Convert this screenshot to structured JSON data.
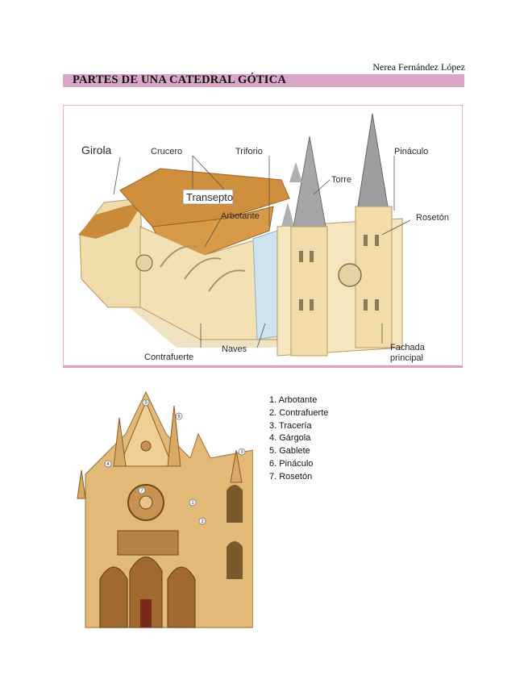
{
  "author": "Nerea Fernández López",
  "title": "PARTES DE UNA CATEDRAL GÓTICA",
  "diagram_labels": {
    "girola": "Girola",
    "crucero": "Crucero",
    "triforio": "Triforio",
    "pinaculo": "Pináculo",
    "torre": "Torre",
    "transepto": "Transepto",
    "arbotante": "Arbotante",
    "roseton": "Rosetón",
    "contrafuerte": "Contrafuerte",
    "naves": "Naves",
    "fachada_line1": "Fachada",
    "fachada_line2": "principal"
  },
  "facade_markers": [
    "1",
    "2",
    "3",
    "4",
    "5",
    "6",
    "7"
  ],
  "parts_list": [
    {
      "label": "1. Arbotante"
    },
    {
      "label": "2. Contrafuerte"
    },
    {
      "label": "3. Tracería"
    },
    {
      "label": "4. Gárgola"
    },
    {
      "label": "5. Gablete"
    },
    {
      "label": "6. Pináculo"
    },
    {
      "label": "7. Rosetón"
    }
  ]
}
